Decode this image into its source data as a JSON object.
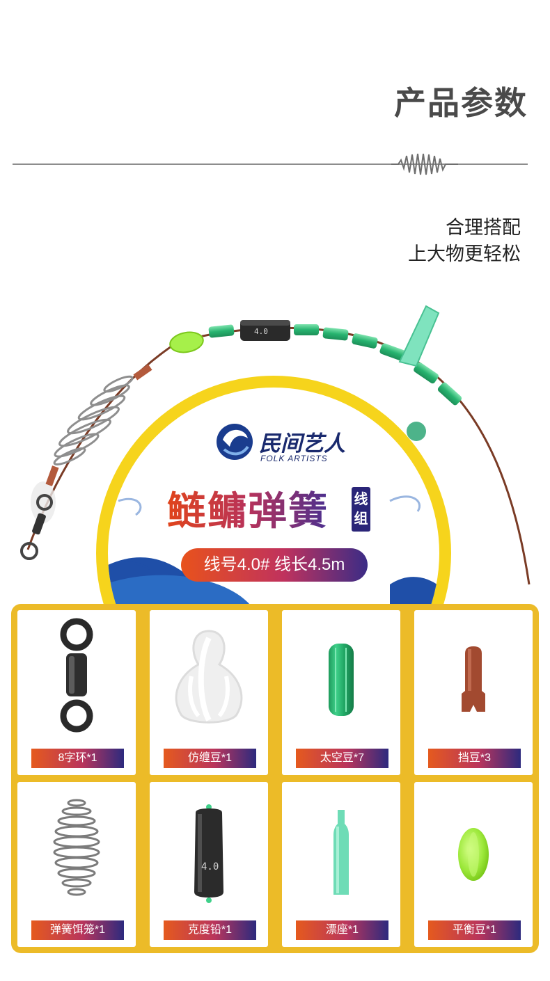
{
  "header": {
    "title": "产品参数"
  },
  "tagline": {
    "line1": "合理搭配",
    "line2": "上大物更轻松"
  },
  "product": {
    "brand_cn": "民间艺人",
    "brand_en": "FOLK ARTISTS",
    "name": "鲢鳙弹簧",
    "tag": "线组",
    "spec": "线号4.0# 线长4.5m",
    "sinker_mark": "4.0"
  },
  "accessories": [
    {
      "label": "8字环*1",
      "icon": "swivel-icon"
    },
    {
      "label": "仿缠豆*1",
      "icon": "wrap-bean-icon"
    },
    {
      "label": "太空豆*7",
      "icon": "space-bean-icon"
    },
    {
      "label": "挡豆*3",
      "icon": "stopper-bean-icon"
    },
    {
      "label": "弹簧饵笼*1",
      "icon": "spring-feeder-icon"
    },
    {
      "label": "克度铅*1",
      "icon": "sinker-icon"
    },
    {
      "label": "漂座*1",
      "icon": "float-seat-icon"
    },
    {
      "label": "平衡豆*1",
      "icon": "balance-bean-icon"
    }
  ],
  "colors": {
    "frame": "#ecbb28",
    "ring": "#f6d41c",
    "accent_orange": "#e55a1e",
    "accent_navy": "#2d2a7e",
    "bead_green": "#2fbf7a"
  }
}
